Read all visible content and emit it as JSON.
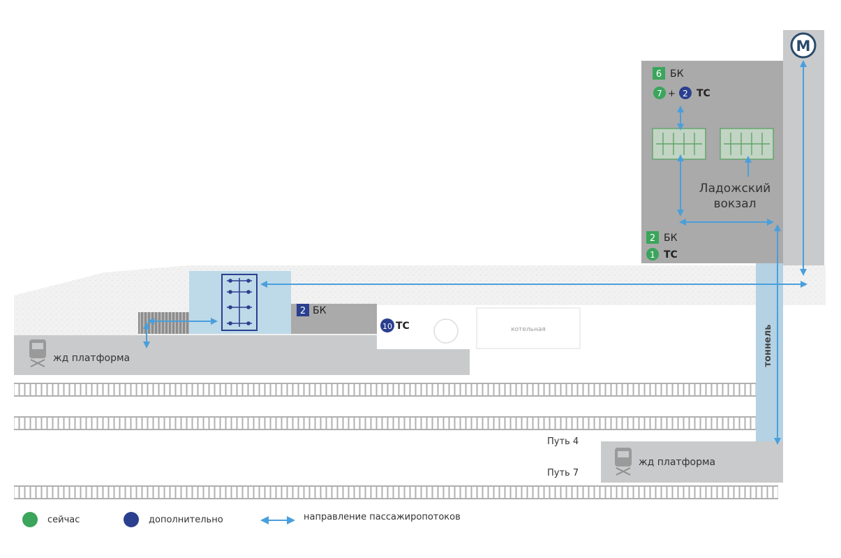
{
  "colors": {
    "green": "#3aa55b",
    "blue": "#2b3f8f",
    "arrow": "#4a9fdb",
    "gray_dark": "#aaaaaa",
    "gray_light": "#c9cacb",
    "tunnel": "#b4d2e3",
    "hall": "#bed9e8",
    "station_green": "#5fa36a"
  },
  "metro": {
    "letter": "М"
  },
  "station": {
    "name_line1": "Ладожский",
    "name_line2": "вокзал",
    "top_bk_count": "6",
    "top_bk_label": "БК",
    "top_ts_green": "7",
    "top_ts_plus": "+",
    "top_ts_blue": "2",
    "top_ts_label": "ТС",
    "bottom_bk_count": "2",
    "bottom_bk_label": "БК",
    "bottom_ts_count": "1",
    "bottom_ts_label": "ТС"
  },
  "platform_left": {
    "label": "жд платформа"
  },
  "platform_right": {
    "label": "жд платформа"
  },
  "mid_bk": {
    "count": "2",
    "label": "БК"
  },
  "mid_ts": {
    "count": "10",
    "label": "ТС"
  },
  "boiler": {
    "label": "котельная"
  },
  "tunnel": {
    "label": "тоннель"
  },
  "tracks": {
    "track4": "Путь 4",
    "track7": "Путь 7"
  },
  "legend": {
    "now": "сейчас",
    "extra": "дополнительно",
    "flow": "направление пассажиропотоков"
  }
}
